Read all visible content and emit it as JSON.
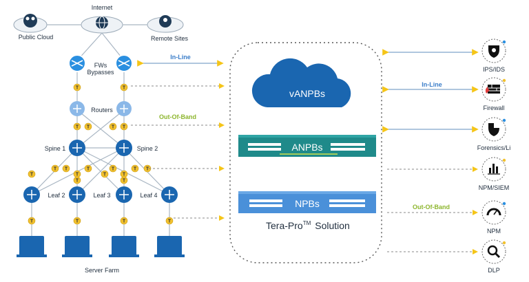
{
  "top": {
    "internet": "Internet",
    "public_cloud": "Public Cloud",
    "remote_sites": "Remote Sites"
  },
  "network": {
    "fws_line1": "FWs",
    "fws_line2": "Bypasses",
    "routers": "Routers",
    "spine1": "Spine 1",
    "spine2": "Spine 2",
    "leaf2": "Leaf 2",
    "leaf3": "Leaf 3",
    "leaf4": "Leaf 4",
    "server_farm": "Server Farm",
    "tap_letter": "T"
  },
  "links": {
    "inline_left": "In-Line",
    "oob_left": "Out-Of-Band",
    "inline_right": "In-Line",
    "oob_right": "Out-Of-Band"
  },
  "solution": {
    "vanpbs": "vANPBs",
    "anpbs": "ANPBs",
    "npbs": "NPBs",
    "name": "Tera-Pro",
    "tm": "TM",
    "suffix": "Solution"
  },
  "tools": [
    {
      "label": "IPS/IDS",
      "icon": "shield-virus-icon"
    },
    {
      "label": "Firewall",
      "icon": "firewall-icon"
    },
    {
      "label": "Forensics/Li",
      "icon": "shield-icon"
    },
    {
      "label": "NPM/SIEM",
      "icon": "bar-chart-icon"
    },
    {
      "label": "NPM",
      "icon": "gauge-icon"
    },
    {
      "label": "DLP",
      "icon": "search-icon"
    }
  ],
  "colors": {
    "blue": "#1a66b0",
    "light_blue": "#8bb8e8",
    "teal": "#1f8a8a",
    "arrow_yellow": "#f5c518",
    "tap_yellow": "#f2c12e",
    "green_text": "#8db62e"
  }
}
